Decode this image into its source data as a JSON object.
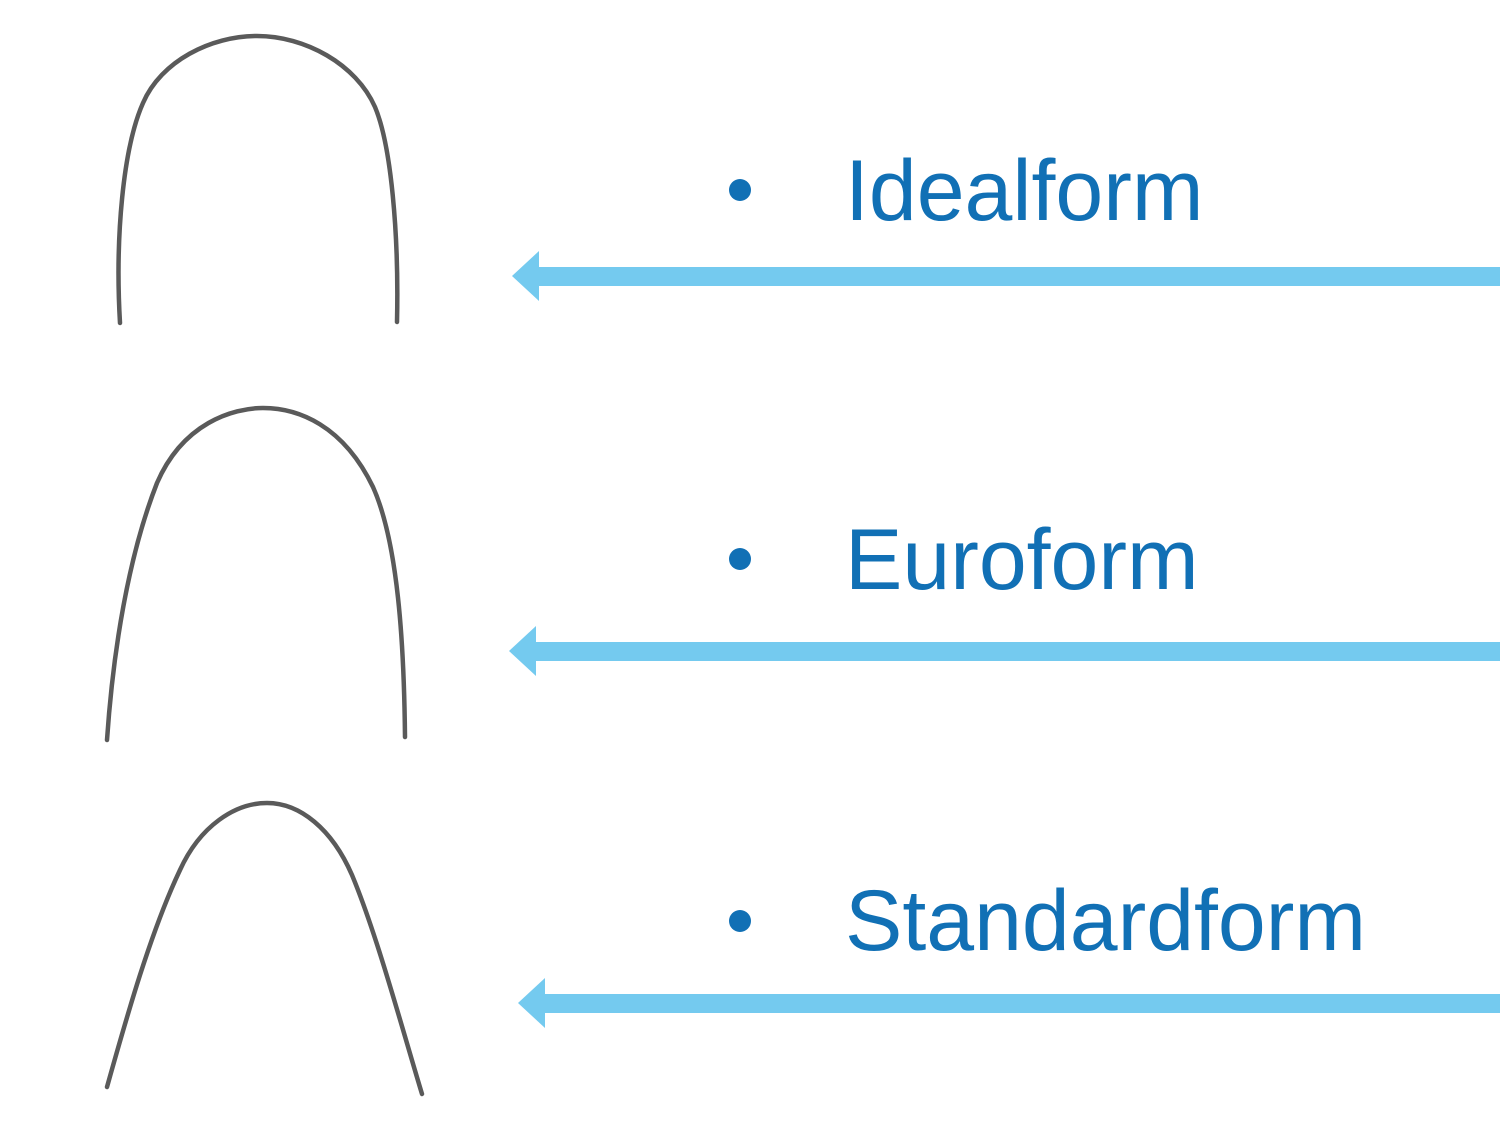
{
  "slide": {
    "colors": {
      "background": "#ffffff",
      "label_text": "#1170b5",
      "bullet": "#1170b5",
      "arrow": "#74caef",
      "wire": "#5a5a5a"
    },
    "rows": [
      {
        "label": "Idealform",
        "wire_icon": "idealform-archwire-icon",
        "arrow_icon": "left-arrow-icon",
        "bullet_icon": "bullet-dot-icon"
      },
      {
        "label": "Euroform",
        "wire_icon": "euroform-archwire-icon",
        "arrow_icon": "left-arrow-icon",
        "bullet_icon": "bullet-dot-icon"
      },
      {
        "label": "Standardform",
        "wire_icon": "standardform-archwire-icon",
        "arrow_icon": "left-arrow-icon",
        "bullet_icon": "bullet-dot-icon"
      }
    ]
  }
}
